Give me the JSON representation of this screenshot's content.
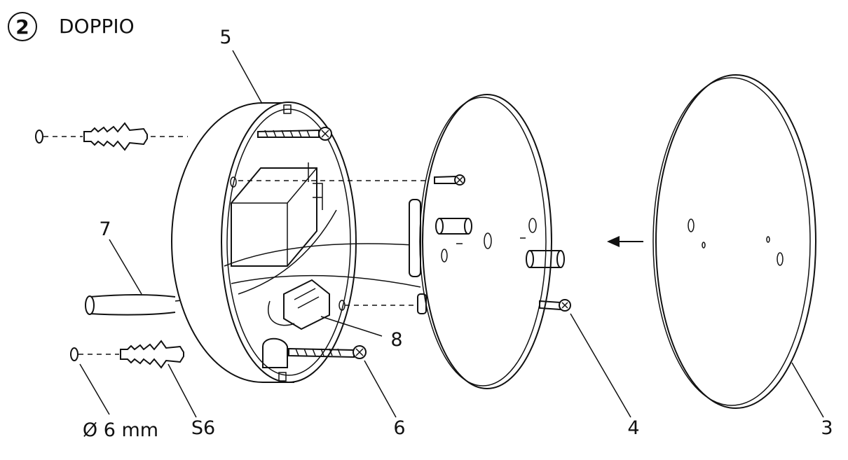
{
  "header": {
    "step_number": "2",
    "title": "DOPPIO"
  },
  "callouts": {
    "c5": "5",
    "c7": "7",
    "c8": "8",
    "c6": "6",
    "c4": "4",
    "c3": "3",
    "s6": "S6",
    "hole": "Ø 6 mm"
  },
  "icons": {
    "step_badge": "circled-number",
    "arrow": "arrow-left-icon"
  }
}
